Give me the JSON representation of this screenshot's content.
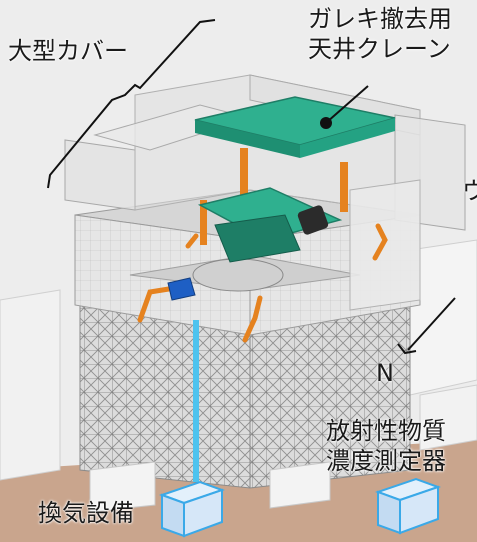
{
  "labels": {
    "large_cover": "大型カバー",
    "crane_line1": "ガレキ撤去用",
    "crane_line2": "天井クレーン",
    "partial_right": "ウ",
    "north": "N",
    "monitor_line1": "放射性物質",
    "monitor_line2": "濃度測定器",
    "ventilation": "換気設備"
  },
  "colors": {
    "crane": "#2fb08f",
    "crane_dark": "#1e7e66",
    "orange_arm": "#e5821f",
    "box_blue": "#1e5fc4",
    "duct_cyan": "#4ec3ee",
    "equipment_box": "#cfe4f7",
    "ground": "#c9a58d"
  }
}
